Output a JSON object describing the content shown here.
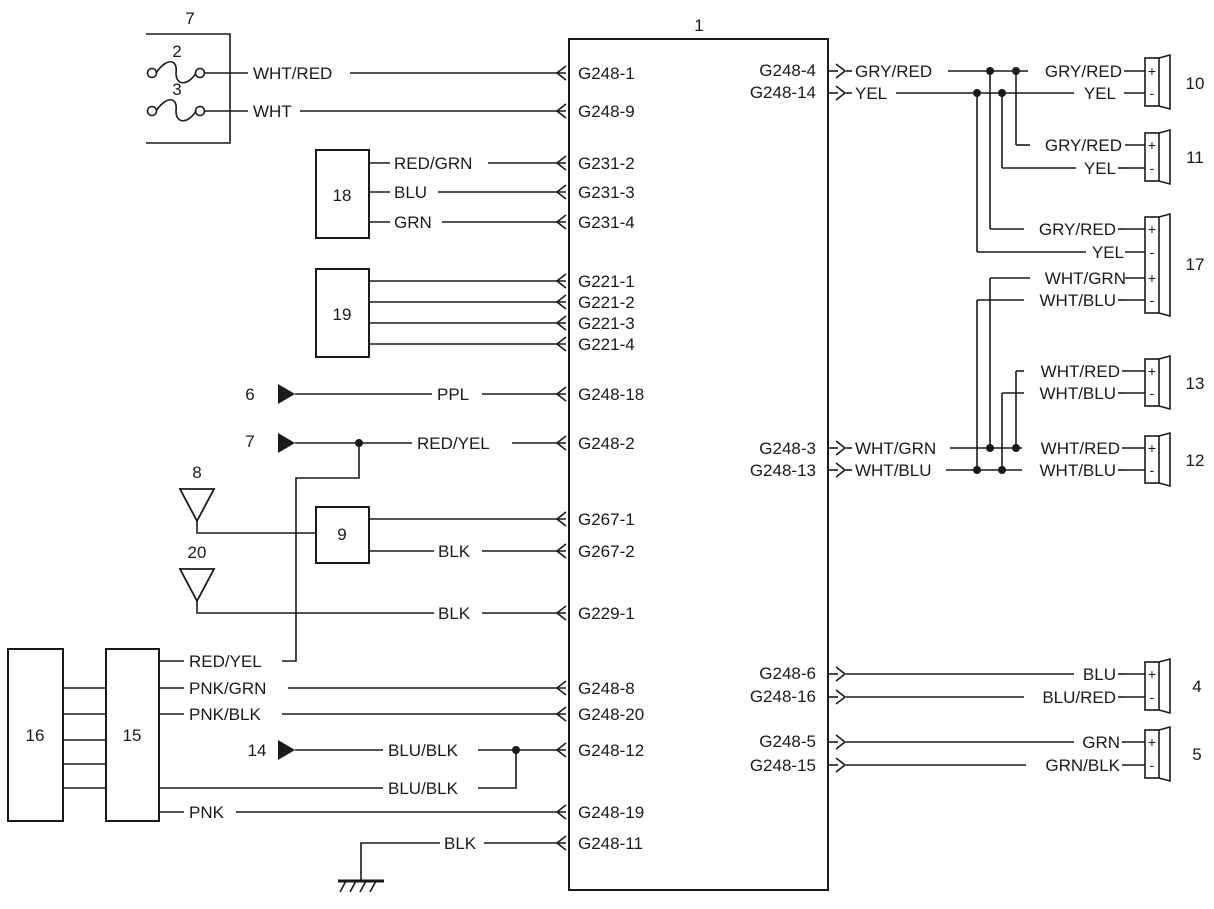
{
  "diagram": {
    "component_numbers": {
      "c1": "1",
      "c2": "2",
      "c3": "3",
      "c4": "4",
      "c5": "5",
      "c6": "6",
      "c7a": "7",
      "c7b": "7",
      "c8": "8",
      "c9": "9",
      "c10": "10",
      "c11": "11",
      "c12": "12",
      "c13": "13",
      "c14": "14",
      "c15": "15",
      "c16": "16",
      "c17": "17",
      "c18": "18",
      "c19": "19",
      "c20": "20"
    },
    "left_pins": [
      "G248-1",
      "G248-9",
      "G231-2",
      "G231-3",
      "G231-4",
      "G221-1",
      "G221-2",
      "G221-3",
      "G221-4",
      "G248-18",
      "G248-2",
      "G267-1",
      "G267-2",
      "G229-1",
      "G248-8",
      "G248-20",
      "G248-12",
      "G248-19",
      "G248-11"
    ],
    "right_pins": [
      "G248-4",
      "G248-14",
      "G248-3",
      "G248-13",
      "G248-6",
      "G248-16",
      "G248-5",
      "G248-15"
    ],
    "wires": {
      "whtred": "WHT/RED",
      "wht": "WHT",
      "redgrn": "RED/GRN",
      "blu18": "BLU",
      "grn18": "GRN",
      "ppl": "PPL",
      "redyel": "RED/YEL",
      "blk9": "BLK",
      "blk20": "BLK",
      "redyel15": "RED/YEL",
      "pnkgrn": "PNK/GRN",
      "pnkblk": "PNK/BLK",
      "blublk14": "BLU/BLK",
      "blublk15": "BLU/BLK",
      "pnk": "PNK",
      "blkgnd": "BLK",
      "r_gryred": "GRY/RED",
      "r_yel": "YEL",
      "r_whtgrn": "WHT/GRN",
      "r_whtblu": "WHT/BLU",
      "s10_gryred": "GRY/RED",
      "s10_yel": "YEL",
      "s11_gryred": "GRY/RED",
      "s11_yel": "YEL",
      "s17_gryred": "GRY/RED",
      "s17_yel": "YEL",
      "s17_whtgrn": "WHT/GRN",
      "s17_whtblu": "WHT/BLU",
      "s13_whtred": "WHT/RED",
      "s13_whtblu": "WHT/BLU",
      "s12_whtred": "WHT/RED",
      "s12_whtblu": "WHT/BLU",
      "s4_blu": "BLU",
      "s4_blured": "BLU/RED",
      "s5_grn": "GRN",
      "s5_grnblk": "GRN/BLK"
    },
    "polarity": {
      "plus": "+",
      "minus": "-"
    }
  }
}
